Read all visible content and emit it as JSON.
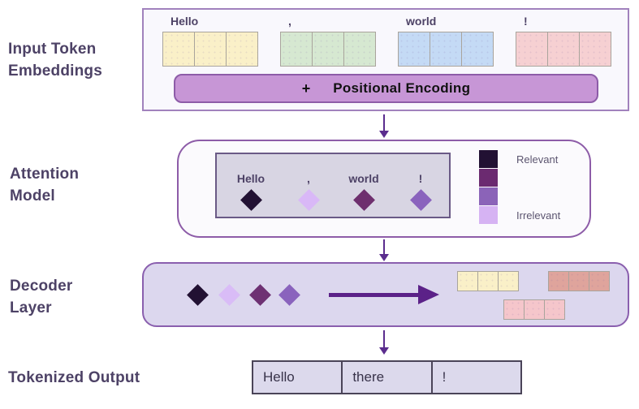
{
  "colors": {
    "label_text": "#4d4266",
    "arrow": "#5b2d8e",
    "input_box_bg": "#f9f8fd",
    "input_box_border": "#a182bd",
    "pe_bar_bg": "#c796d6",
    "pe_bar_border": "#8d5ca8",
    "attention_box_bg": "#fbfafd",
    "attention_inner_bg": "#d8d5e3",
    "decoder_box_bg": "#dcd7ee",
    "output_table_bg": "#dcd9ec",
    "output_table_border": "#4a4458"
  },
  "sections": {
    "input_embeddings": {
      "title_line1": "Input Token",
      "title_line2": "Embeddings",
      "tokens": [
        {
          "text": "Hello",
          "color": "#faf0c8"
        },
        {
          "text": ",",
          "color": "#d6e8d1"
        },
        {
          "text": "world",
          "color": "#c4daf5"
        },
        {
          "text": "!",
          "color": "#f6d0d2"
        }
      ],
      "positional_encoding": {
        "operator": "+",
        "label": "Positional Encoding"
      }
    },
    "attention_model": {
      "title_line1": "Attention",
      "title_line2": "Model",
      "tokens": [
        {
          "text": "Hello",
          "relevance_color": "#221133"
        },
        {
          "text": ",",
          "relevance_color": "#d9b8f7"
        },
        {
          "text": "world",
          "relevance_color": "#6e2f6e"
        },
        {
          "text": "!",
          "relevance_color": "#8a63bd"
        }
      ],
      "legend": {
        "swatches": [
          "#221133",
          "#6b2a70",
          "#8b63b8",
          "#d6b3f3"
        ],
        "top_label": "Relevant",
        "bottom_label": "Irrelevant"
      }
    },
    "decoder_layer": {
      "title_line1": "Decoder",
      "title_line2": "Layer",
      "diamonds": [
        {
          "color": "#221133"
        },
        {
          "color": "#d9bcf7"
        },
        {
          "color": "#6e3173"
        },
        {
          "color": "#8a63bd"
        }
      ],
      "output_groups": [
        {
          "name": "yellow-group",
          "color": "#faf0c8"
        },
        {
          "name": "salmon-group",
          "color": "#dfa49c"
        },
        {
          "name": "pink-group",
          "color": "#f5c6cb"
        }
      ]
    },
    "tokenized_output": {
      "title": "Tokenized Output",
      "cells": [
        "Hello",
        "there",
        "!"
      ]
    }
  }
}
